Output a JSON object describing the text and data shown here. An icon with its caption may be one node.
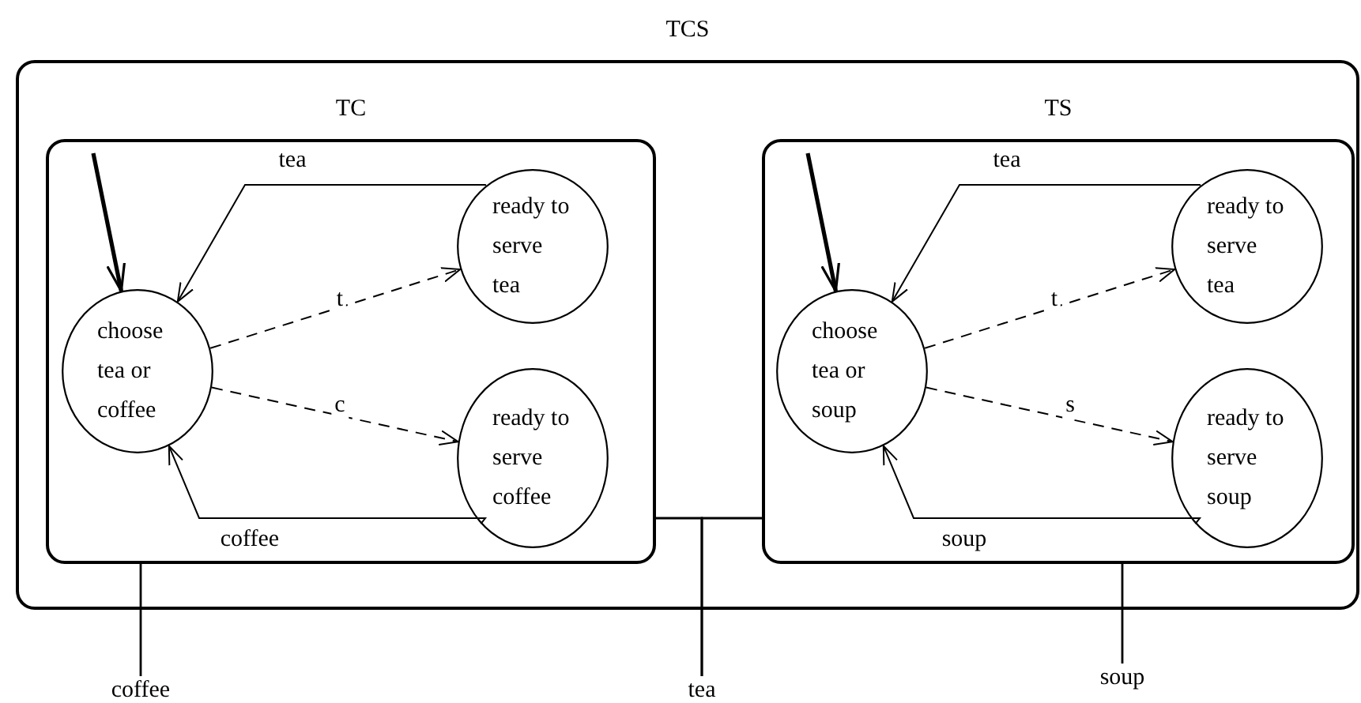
{
  "diagram": {
    "nodes": [
      {
        "text": [
          "TCS"
        ]
      },
      {
        "text": [
          "TC"
        ],
        "in": 0
      },
      {
        "text": [
          "choose tea or coffee"
        ],
        "in": 1
      },
      {
        "text": [
          "ready to serve tea"
        ],
        "in": 1
      },
      {
        "text": [
          "ready to serve coffee"
        ],
        "in": 1
      },
      {
        "text": [
          "TS"
        ],
        "in": 0
      },
      {
        "text": [
          "choose tea or soup"
        ],
        "in": 5
      },
      {
        "text": [
          "ready to serve tea"
        ],
        "in": 5
      },
      {
        "text": [
          "ready to serve soup"
        ],
        "in": 5
      },
      {
        "text": [
          "coffee"
        ]
      },
      {
        "text": [
          "tea"
        ]
      },
      {
        "text": [
          "soup"
        ]
      }
    ],
    "edges": [
      {
        "from": null,
        "to": 2,
        "arrow": "to",
        "style": "thick"
      },
      {
        "from": 2,
        "to": 3,
        "arrow": "to",
        "style": "dashed",
        "label": "t"
      },
      {
        "from": 2,
        "to": 4,
        "arrow": "to",
        "style": "dashed",
        "label": "c"
      },
      {
        "from": 3,
        "to": 2,
        "arrow": "to",
        "label": "tea"
      },
      {
        "from": 4,
        "to": 2,
        "arrow": "to",
        "label": "coffee"
      },
      {
        "from": null,
        "to": 6,
        "arrow": "to",
        "style": "thick"
      },
      {
        "from": 6,
        "to": 7,
        "arrow": "to",
        "style": "dashed",
        "label": "t"
      },
      {
        "from": 6,
        "to": 8,
        "arrow": "to",
        "style": "dashed",
        "label": "s"
      },
      {
        "from": 7,
        "to": 6,
        "arrow": "to",
        "label": "tea"
      },
      {
        "from": 8,
        "to": 6,
        "arrow": "to",
        "label": "soup"
      },
      {
        "from": 1,
        "to": 9,
        "arrow": "none"
      },
      {
        "from": 1,
        "to": 10,
        "arrow": "none"
      },
      {
        "from": 5,
        "to": 10,
        "arrow": "none"
      },
      {
        "from": 5,
        "to": 11,
        "arrow": "none"
      }
    ]
  }
}
